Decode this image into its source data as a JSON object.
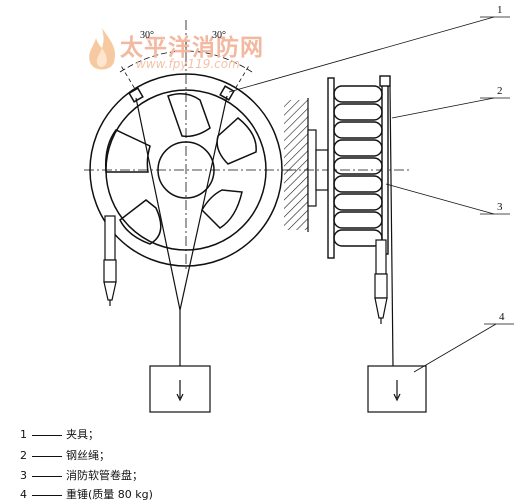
{
  "watermark": {
    "title": "太平洋消防网",
    "url": "www.fpy119.com"
  },
  "angles": {
    "left": "30°",
    "right": "30°"
  },
  "callouts": [
    "1",
    "2",
    "3",
    "4"
  ],
  "legend": [
    {
      "num": "1",
      "text": "夹具；"
    },
    {
      "num": "2",
      "text": "钢丝绳；"
    },
    {
      "num": "3",
      "text": "消防软管卷盘；"
    },
    {
      "num": "4",
      "text": "重锤(质量 80 kg)"
    }
  ]
}
